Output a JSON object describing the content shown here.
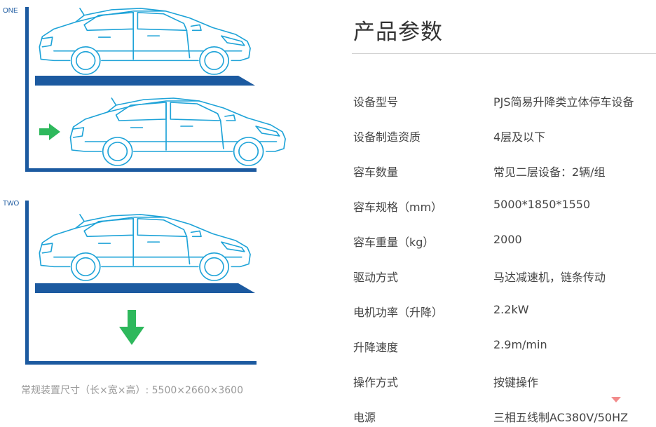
{
  "diagram": {
    "label_one": "ONE",
    "label_two": "TWO",
    "note": "常规装置尺寸（长×宽×高）: 5500×2660×3600",
    "colors": {
      "structure": "#1c5aa0",
      "car_outline": "#1ea3d8",
      "arrow": "#2eb85c"
    }
  },
  "params": {
    "title": "产品参数",
    "rows": [
      {
        "key": "设备型号",
        "value": "PJS简易升降类立体停车设备"
      },
      {
        "key": "设备制造资质",
        "value": "4层及以下"
      },
      {
        "key": "容车数量",
        "value": "常见二层设备：2辆/组"
      },
      {
        "key": "容车规格（mm）",
        "value": "5000*1850*1550"
      },
      {
        "key": "容车重量（kg）",
        "value": "2000"
      },
      {
        "key": "驱动方式",
        "value": "马达减速机，链条传动"
      },
      {
        "key": "电机功率（升降）",
        "value": "2.2kW"
      },
      {
        "key": "升降速度",
        "value": "2.9m/min"
      },
      {
        "key": "操作方式",
        "value": "按键操作"
      },
      {
        "key": "电源",
        "value": "三相五线制AC380V/50HZ"
      }
    ]
  }
}
